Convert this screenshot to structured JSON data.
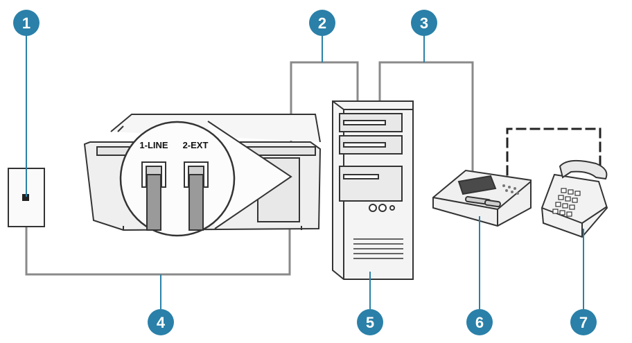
{
  "colors": {
    "callout": "#2a80a8",
    "cable": "#8a8a8a",
    "outline": "#333333",
    "device_fill": "#f2f2f2"
  },
  "ports": {
    "line": "1-LINE",
    "ext": "2-EXT"
  },
  "callouts": [
    {
      "number": "1",
      "icon": "wall-jack"
    },
    {
      "number": "2",
      "icon": "computer-modem-cable"
    },
    {
      "number": "3",
      "icon": "computer-to-answering-machine-cable"
    },
    {
      "number": "4",
      "icon": "printer-to-wall-cable"
    },
    {
      "number": "5",
      "icon": "computer-tower"
    },
    {
      "number": "6",
      "icon": "answering-machine"
    },
    {
      "number": "7",
      "icon": "telephone"
    }
  ]
}
